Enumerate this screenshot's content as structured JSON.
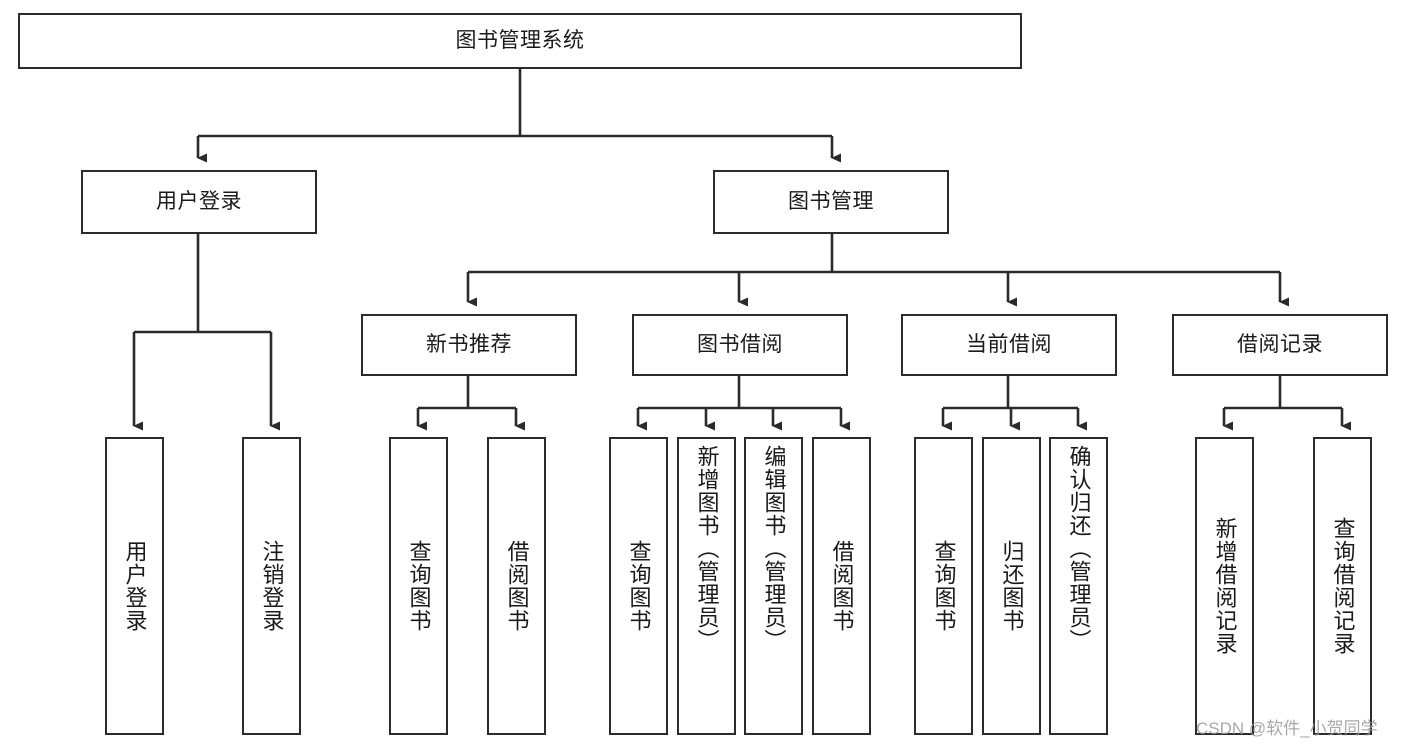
{
  "diagram": {
    "type": "tree-hierarchy-chart",
    "title": "图书管理系统",
    "line_color": "#2b2b2b",
    "box_fill": "#ffffff",
    "text_color": "#1a1a1a",
    "levels": [
      {
        "level": 1,
        "nodes": [
          {
            "id": "root",
            "label": "图书管理系统",
            "orientation": "horizontal"
          }
        ]
      },
      {
        "level": 2,
        "nodes": [
          {
            "id": "user-login",
            "label": "用户登录",
            "orientation": "horizontal",
            "parent": "root"
          },
          {
            "id": "book-manage",
            "label": "图书管理",
            "orientation": "horizontal",
            "parent": "root"
          }
        ]
      },
      {
        "level": 3,
        "nodes": [
          {
            "id": "new-book-rec",
            "label": "新书推荐",
            "orientation": "horizontal",
            "parent": "book-manage"
          },
          {
            "id": "book-borrow",
            "label": "图书借阅",
            "orientation": "horizontal",
            "parent": "book-manage"
          },
          {
            "id": "current-borrow",
            "label": "当前借阅",
            "orientation": "horizontal",
            "parent": "book-manage"
          },
          {
            "id": "borrow-record",
            "label": "借阅记录",
            "orientation": "horizontal",
            "parent": "book-manage"
          }
        ]
      },
      {
        "level": 4,
        "nodes": [
          {
            "id": "leaf-user-login",
            "label": "用户登录",
            "orientation": "vertical",
            "parent": "user-login"
          },
          {
            "id": "leaf-logout",
            "label": "注销登录",
            "orientation": "vertical",
            "parent": "user-login"
          },
          {
            "id": "leaf-query-book-1",
            "label": "查询图书",
            "orientation": "vertical",
            "parent": "new-book-rec"
          },
          {
            "id": "leaf-borrow-book-1",
            "label": "借阅图书",
            "orientation": "vertical",
            "parent": "new-book-rec"
          },
          {
            "id": "leaf-query-book-2",
            "label": "查询图书",
            "orientation": "vertical",
            "parent": "book-borrow"
          },
          {
            "id": "leaf-add-book",
            "label": "新增图书（管理员）",
            "orientation": "vertical",
            "parent": "book-borrow"
          },
          {
            "id": "leaf-edit-book",
            "label": "编辑图书（管理员）",
            "orientation": "vertical",
            "parent": "book-borrow"
          },
          {
            "id": "leaf-borrow-book-2",
            "label": "借阅图书",
            "orientation": "vertical",
            "parent": "book-borrow"
          },
          {
            "id": "leaf-query-book-3",
            "label": "查询图书",
            "orientation": "vertical",
            "parent": "current-borrow"
          },
          {
            "id": "leaf-return-book",
            "label": "归还图书",
            "orientation": "vertical",
            "parent": "current-borrow"
          },
          {
            "id": "leaf-confirm-return",
            "label": "确认归还（管理员）",
            "orientation": "vertical",
            "parent": "current-borrow"
          },
          {
            "id": "leaf-add-record",
            "label": "新增借阅记录",
            "orientation": "vertical",
            "parent": "borrow-record"
          },
          {
            "id": "leaf-query-record",
            "label": "查询借阅记录",
            "orientation": "vertical",
            "parent": "borrow-record"
          }
        ]
      }
    ]
  },
  "watermark": {
    "text": "CSDN @软件_小贺同学",
    "color": "#9a9a9a"
  }
}
